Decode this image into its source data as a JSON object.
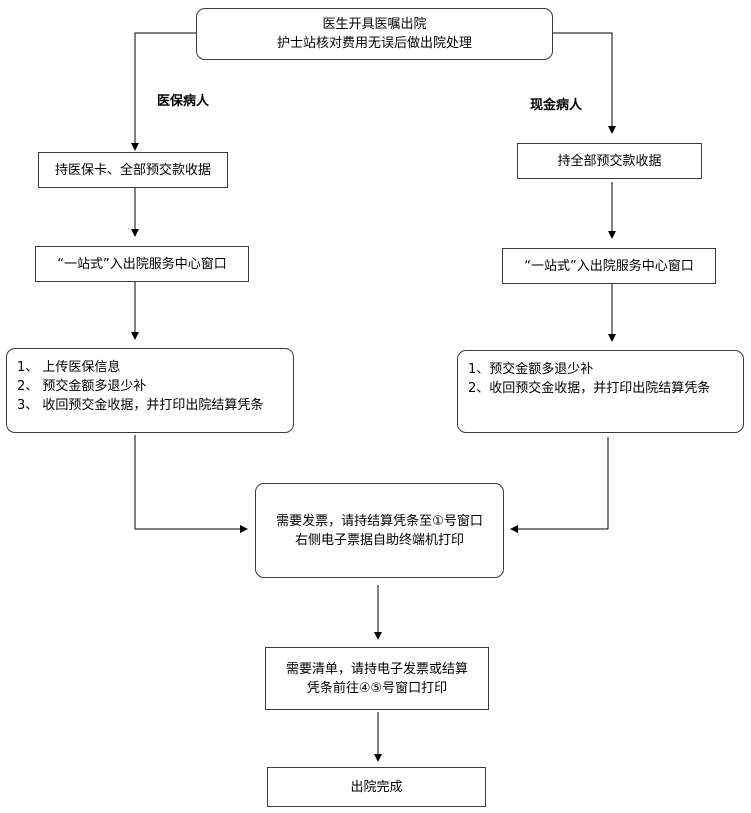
{
  "top": {
    "line1": "医生开具医嘱出院",
    "line2": "护士站核对费用无误后做出院处理"
  },
  "branch_labels": {
    "insurance": "医保病人",
    "cash": "现金病人"
  },
  "left": {
    "receipt": "持医保卡、全部预交款收据",
    "window": "“一站式”入出院服务中心窗口",
    "steps": [
      "1、 上传医保信息",
      "2、 预交金额多退少补",
      "3、 收回预交金收据，并打印出院结算凭条"
    ]
  },
  "right": {
    "receipt": "持全部预交款收据",
    "window": "“一站式”入出院服务中心窗口",
    "steps": [
      "1、预交金额多退少补",
      "2、收回预交金收据，并打印出院结算凭条"
    ]
  },
  "invoice": {
    "line1": "需要发票，请持结算凭条至①号窗口",
    "line2": "右侧电子票据自助终端机打印"
  },
  "list": {
    "line1": "需要清单，请持电子发票或结算",
    "line2": "凭条前往④⑤号窗口打印"
  },
  "done": "出院完成"
}
